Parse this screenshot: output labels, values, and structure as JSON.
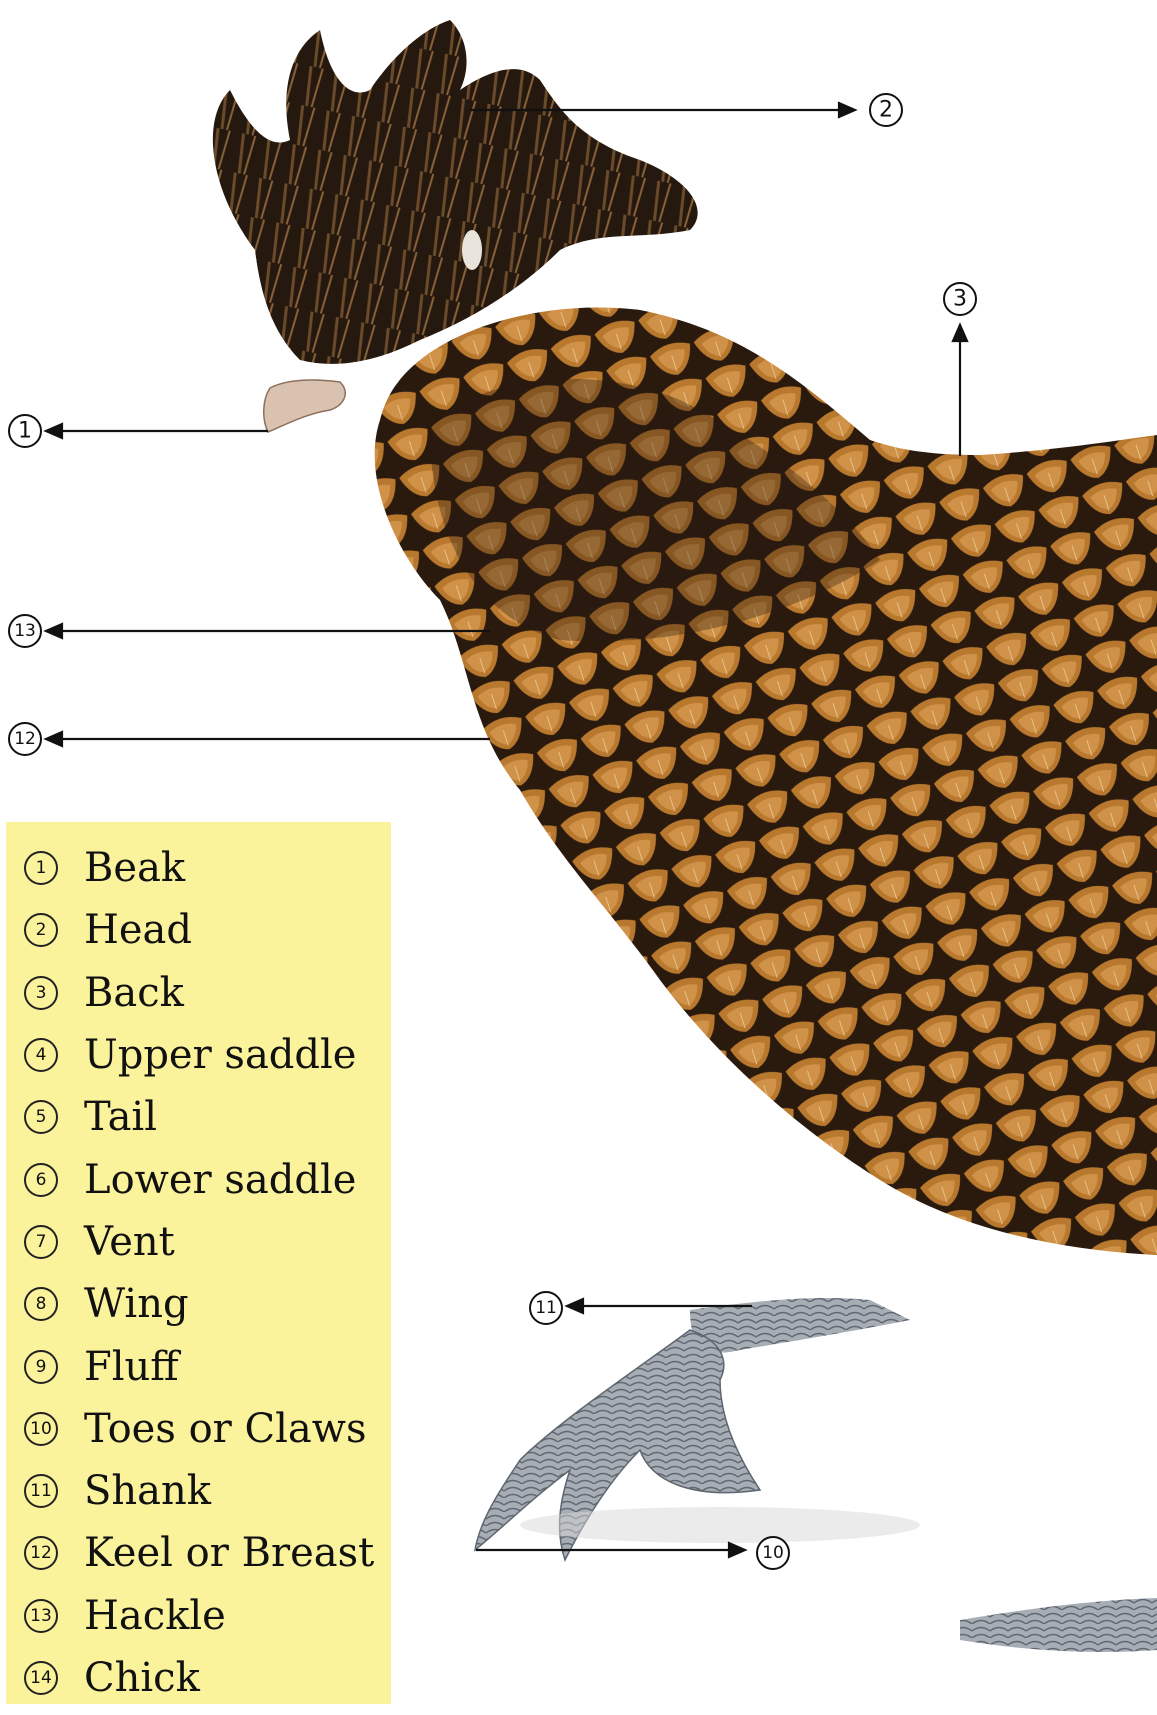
{
  "callouts": [
    {
      "number": "1"
    },
    {
      "number": "2"
    },
    {
      "number": "3"
    },
    {
      "number": "13"
    },
    {
      "number": "12"
    },
    {
      "number": "11"
    },
    {
      "number": "10"
    }
  ],
  "legend": {
    "items": [
      {
        "number": "1",
        "label": "Beak"
      },
      {
        "number": "2",
        "label": "Head"
      },
      {
        "number": "3",
        "label": "Back"
      },
      {
        "number": "4",
        "label": "Upper saddle"
      },
      {
        "number": "5",
        "label": "Tail"
      },
      {
        "number": "6",
        "label": "Lower saddle"
      },
      {
        "number": "7",
        "label": "Vent"
      },
      {
        "number": "8",
        "label": "Wing"
      },
      {
        "number": "9",
        "label": "Fluff"
      },
      {
        "number": "10",
        "label": "Toes or Claws"
      },
      {
        "number": "11",
        "label": "Shank"
      },
      {
        "number": "12",
        "label": "Keel or Breast"
      },
      {
        "number": "13",
        "label": "Hackle"
      },
      {
        "number": "14",
        "label": "Chick"
      }
    ]
  },
  "colors": {
    "legend_background": "#fbf39b",
    "plumage_gold": "#b8782e",
    "plumage_black": "#1c120b",
    "shank_gray": "#9aa0a8"
  }
}
